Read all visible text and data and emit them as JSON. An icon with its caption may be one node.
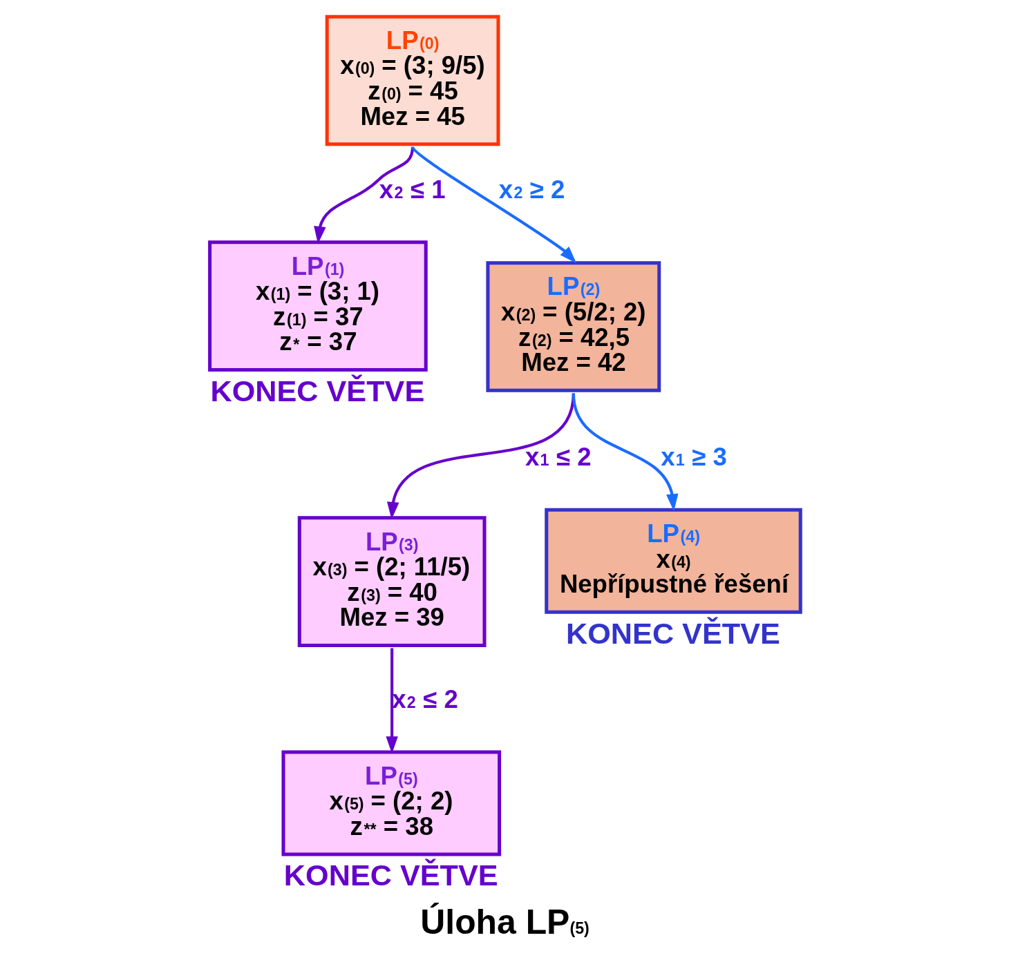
{
  "diagram": {
    "title": "Úloha LP$^{(5)}$",
    "nodes": [
      {
        "text": [
          "LP$^{(0)}$",
          "x$^{(0)}$ = (3; 9/5)",
          "z$^{(0)}$ = 45",
          "Mez = 45"
        ]
      },
      {
        "text": [
          "LP$^{(1)}$",
          "x$^{(1)}$ = (3; 1)",
          "z$^{(1)}$ = 37",
          "z$^{*}$ = 37"
        ],
        "beside": [
          "KONEC VĚTVE"
        ]
      },
      {
        "text": [
          "LP$^{(2)}$",
          "x$^{(2)}$ = (5/2; 2)",
          "z$^{(2)}$ = 42,5",
          "Mez = 42"
        ]
      },
      {
        "text": [
          "LP$^{(3)}$",
          "x$^{(3)}$ = (2; 11/5)",
          "z$^{(3)}$ = 40",
          "Mez = 39"
        ]
      },
      {
        "text": [
          "LP$^{(4)}$",
          "x$^{(4)}$",
          "Nepřípustné řešení"
        ],
        "beside": [
          "KONEC VĚTVE"
        ]
      },
      {
        "text": [
          "LP$^{(5)}$",
          "x$^{(5)}$ = (2; 2)",
          "z$^{**}$ = 38"
        ],
        "beside": [
          "KONEC VĚTVE"
        ]
      }
    ],
    "edges": [
      {
        "from": 0,
        "to": 1,
        "arrow": "to",
        "label": "x$_{2}$ ≤ 1"
      },
      {
        "from": 0,
        "to": 2,
        "arrow": "to",
        "label": "x$_{2}$ ≥ 2",
        "color": "#1a6cff"
      },
      {
        "from": 2,
        "to": 3,
        "arrow": "to",
        "label": "x$_{1}$ ≤ 2"
      },
      {
        "from": 2,
        "to": 4,
        "arrow": "to",
        "label": "x$_{1}$ ≥ 3",
        "color": "#1a6cff"
      },
      {
        "from": 3,
        "to": 5,
        "arrow": "to",
        "label": "x$_{2}$ ≤ 2"
      }
    ]
  }
}
